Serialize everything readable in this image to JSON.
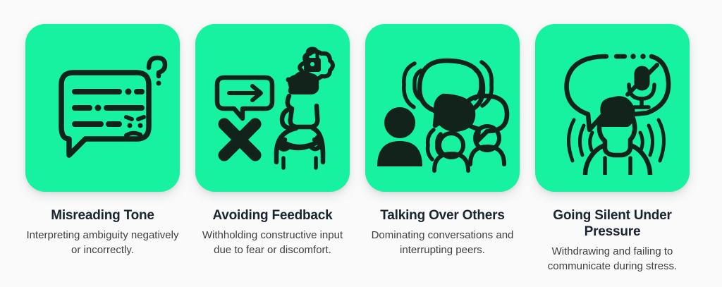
{
  "theme": {
    "background": "#fafafa",
    "tile_green": "#16f2a0",
    "ink": "#12231c",
    "title_color": "#1c2430",
    "body_color": "#3c4043"
  },
  "cards": [
    {
      "icon_name": "speech-bubble-frowning-face-question-icon",
      "title": "Misreading Tone",
      "description": "Interpreting ambiguity negatively or incorrectly."
    },
    {
      "icon_name": "crossed-arms-blocked-feedback-lock-icon",
      "title": "Avoiding Feedback",
      "description": "Withholding constructive input due to fear or discomfort."
    },
    {
      "icon_name": "overlapping-speech-bubbles-group-icon",
      "title": "Talking Over Others",
      "description": "Dominating conversations and interrupting peers."
    },
    {
      "icon_name": "muted-microphone-silent-person-icon",
      "title": "Going Silent Under Pressure",
      "description": "Withdrawing and failing to communicate during stress."
    }
  ]
}
